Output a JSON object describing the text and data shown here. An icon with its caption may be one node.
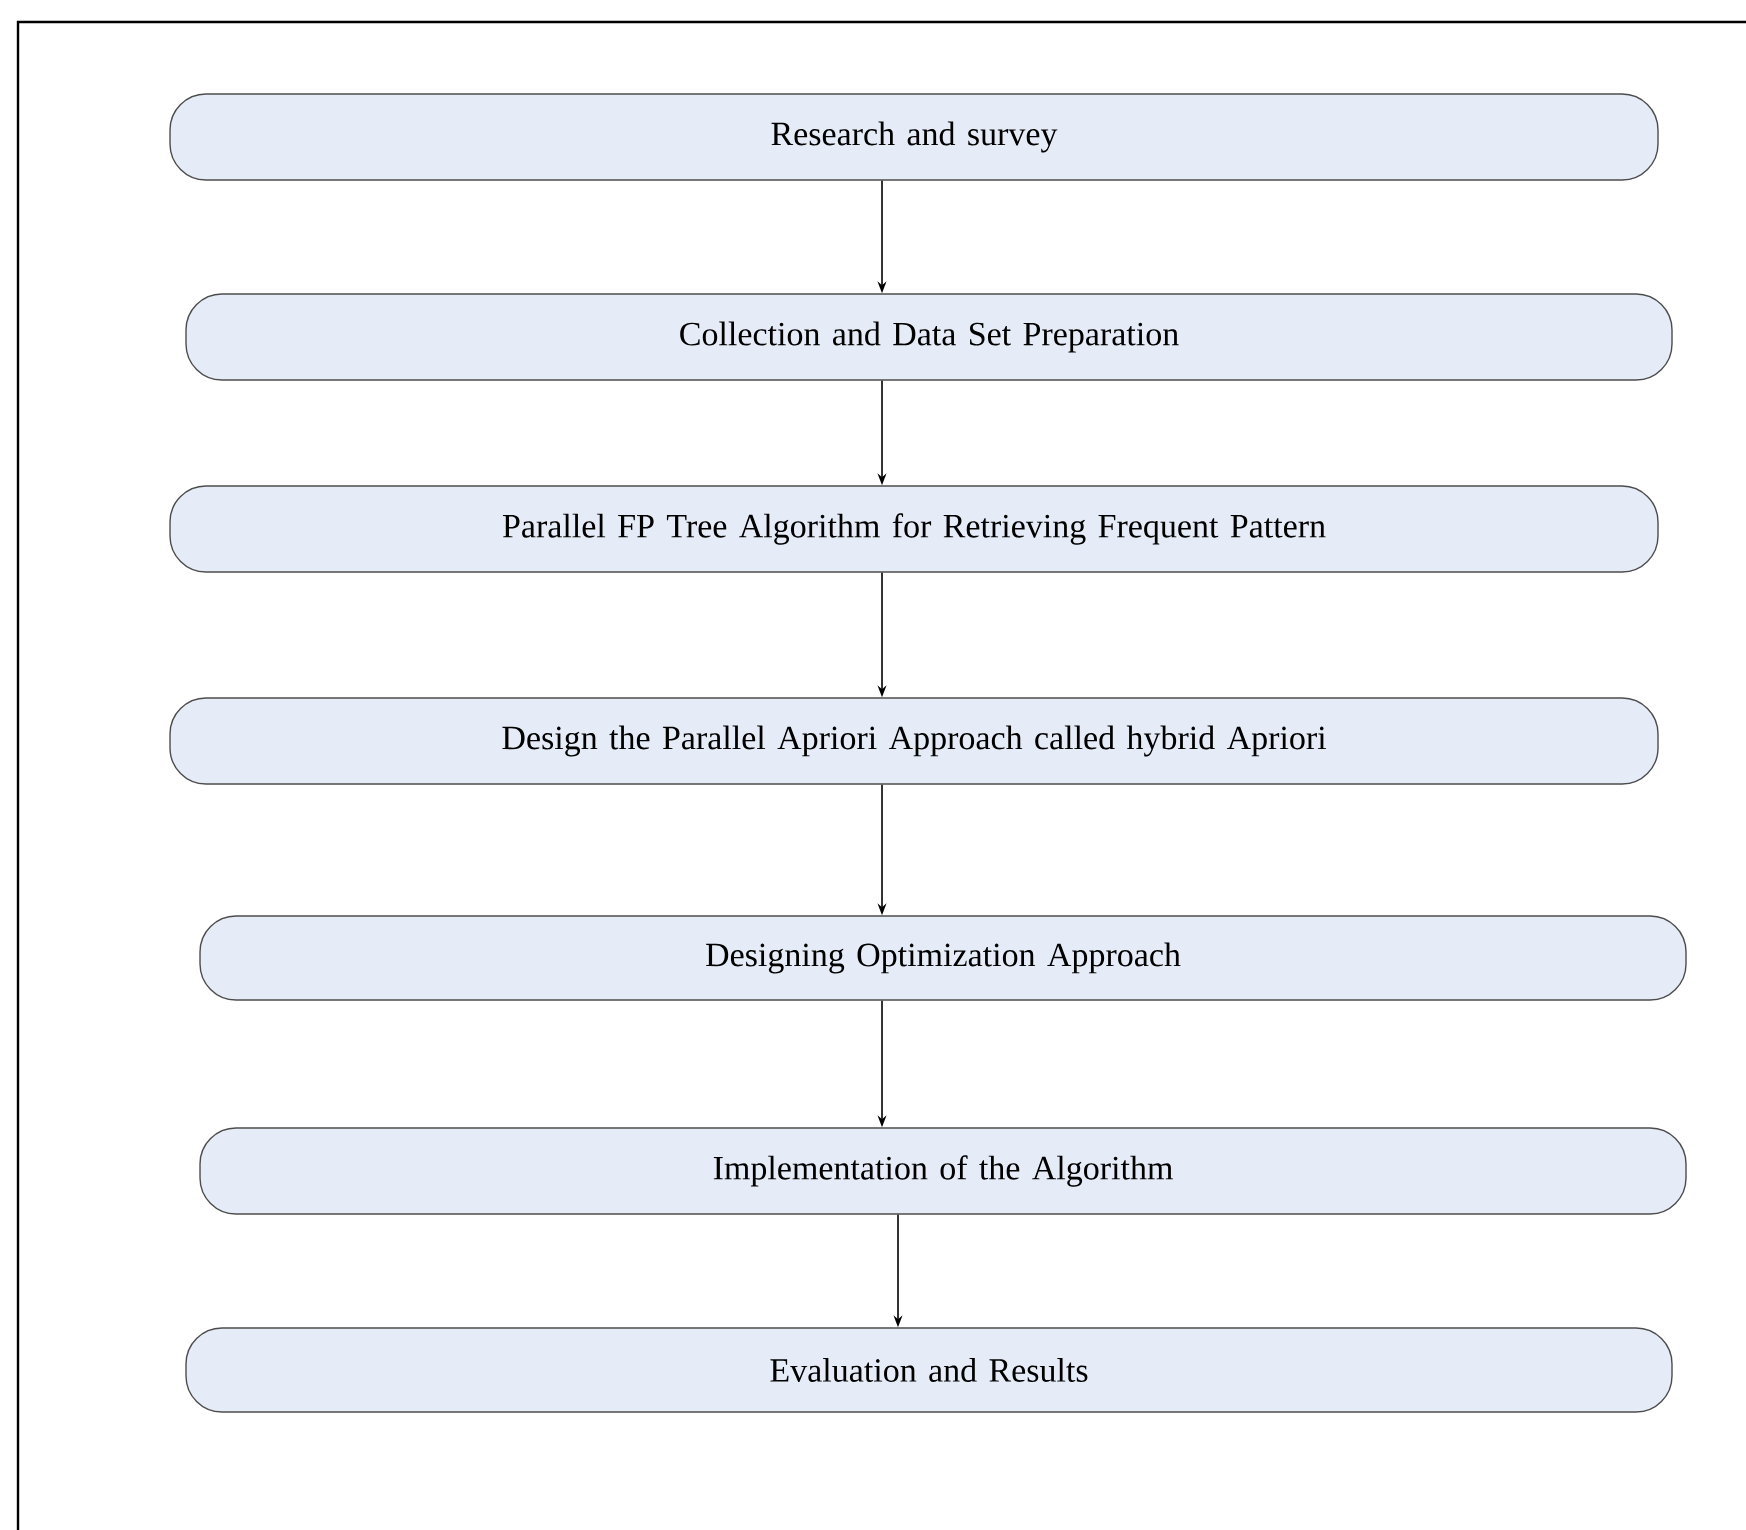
{
  "diagram": {
    "nodes": [
      {
        "text": [
          "Research and survey"
        ]
      },
      {
        "text": [
          "Collection and Data Set Preparation"
        ]
      },
      {
        "text": [
          "Parallel FP Tree Algorithm for Retrieving Frequent Pattern"
        ]
      },
      {
        "text": [
          "Design the Parallel Apriori Approach called hybrid Apriori"
        ]
      },
      {
        "text": [
          "Designing Optimization Approach"
        ]
      },
      {
        "text": [
          "Implementation of the Algorithm"
        ]
      },
      {
        "text": [
          "Evaluation and Results"
        ]
      }
    ],
    "edges": [
      {
        "from": 0,
        "to": 1,
        "arrow": "to"
      },
      {
        "from": 1,
        "to": 2,
        "arrow": "to"
      },
      {
        "from": 2,
        "to": 3,
        "arrow": "to"
      },
      {
        "from": 3,
        "to": 4,
        "arrow": "to"
      },
      {
        "from": 4,
        "to": 5,
        "arrow": "to"
      },
      {
        "from": 5,
        "to": 6,
        "arrow": "to"
      }
    ]
  }
}
